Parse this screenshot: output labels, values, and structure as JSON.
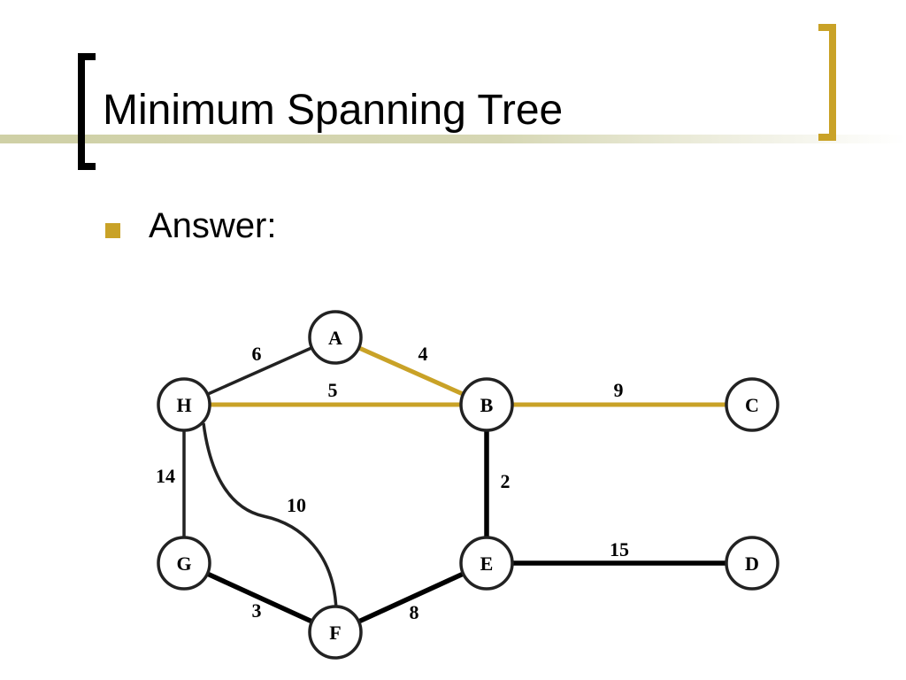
{
  "slide": {
    "title": "Minimum Spanning Tree",
    "bullet": "Answer:"
  },
  "colors": {
    "accent_gold": "#c9a227",
    "mst_edge": "#000000",
    "normal_edge": "#222222",
    "highlight_edge": "#c9a227"
  },
  "graph": {
    "nodes": [
      {
        "id": "A",
        "label": "A"
      },
      {
        "id": "H",
        "label": "H"
      },
      {
        "id": "B",
        "label": "B"
      },
      {
        "id": "C",
        "label": "C"
      },
      {
        "id": "G",
        "label": "G"
      },
      {
        "id": "E",
        "label": "E"
      },
      {
        "id": "D",
        "label": "D"
      },
      {
        "id": "F",
        "label": "F"
      }
    ],
    "edges": [
      {
        "from": "H",
        "to": "A",
        "weight": "6",
        "style": "normal"
      },
      {
        "from": "A",
        "to": "B",
        "weight": "4",
        "style": "highlight"
      },
      {
        "from": "H",
        "to": "B",
        "weight": "5",
        "style": "highlight"
      },
      {
        "from": "B",
        "to": "C",
        "weight": "9",
        "style": "highlight"
      },
      {
        "from": "B",
        "to": "E",
        "weight": "2",
        "style": "mst"
      },
      {
        "from": "H",
        "to": "G",
        "weight": "14",
        "style": "normal"
      },
      {
        "from": "H",
        "to": "F",
        "weight": "10",
        "style": "normal"
      },
      {
        "from": "E",
        "to": "D",
        "weight": "15",
        "style": "mst"
      },
      {
        "from": "G",
        "to": "F",
        "weight": "3",
        "style": "mst"
      },
      {
        "from": "F",
        "to": "E",
        "weight": "8",
        "style": "mst"
      }
    ]
  }
}
